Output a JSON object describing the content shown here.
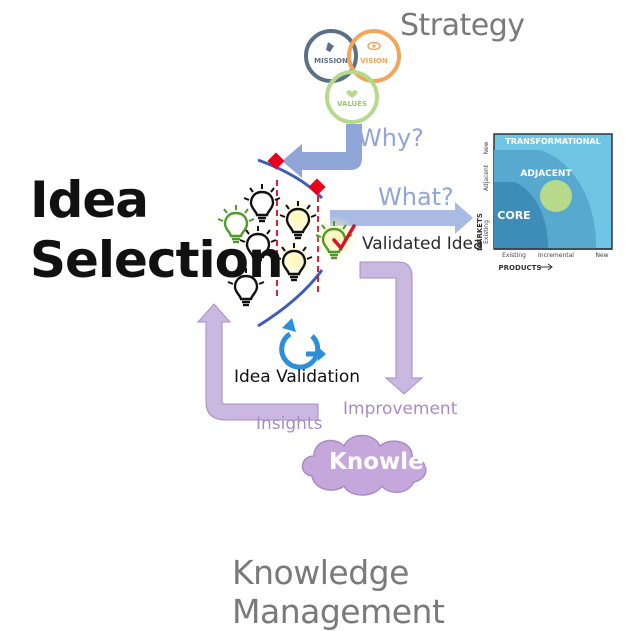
{
  "strategy": {
    "title": "Strategy",
    "circles": [
      {
        "label": "MISSION",
        "color": "#5b6f86",
        "icon": "rocket-icon"
      },
      {
        "label": "VISION",
        "color": "#f2a65a",
        "icon": "eye-icon"
      },
      {
        "label": "VALUES",
        "color": "#b7d98b",
        "icon": "heart-icon"
      }
    ]
  },
  "main_title": {
    "line1": "Idea",
    "line2": "Selection"
  },
  "labels": {
    "why": "Why?",
    "what": "What?",
    "validated_idea": "Validated Idea",
    "idea_validation": "Idea Validation",
    "improvement": "Improvement",
    "insights": "Insights",
    "knowledge": "Knowledge",
    "knowledge_management": "Knowledge Management"
  },
  "matrix": {
    "top_label": "TRANSFORMATIONAL",
    "adjacent_label": "ADJACENT",
    "core_label": "CORE",
    "y_axis_label": "MARKETS",
    "y_ticks": [
      "New",
      "Adjacent",
      "Existing"
    ],
    "x_axis_label": "PRODUCTS",
    "x_ticks": [
      "Existing",
      "Incremental",
      "New"
    ],
    "colors": {
      "transformational": "#6ec6e4",
      "adjacent": "#58a9cf",
      "core": "#3e8db8",
      "highlight": "#b6d98a"
    }
  },
  "colors": {
    "arrow_blue": "#8fa6d6",
    "arrow_purple": "#c9b8df",
    "funnel_blue": "#3d5db8",
    "diamond_red": "#e8001c",
    "bulb_green": "#4f9a2a",
    "bulb_yellow": "#fff4a8",
    "check_red": "#d3142a",
    "cloud_purple": "#c6a7dc"
  }
}
